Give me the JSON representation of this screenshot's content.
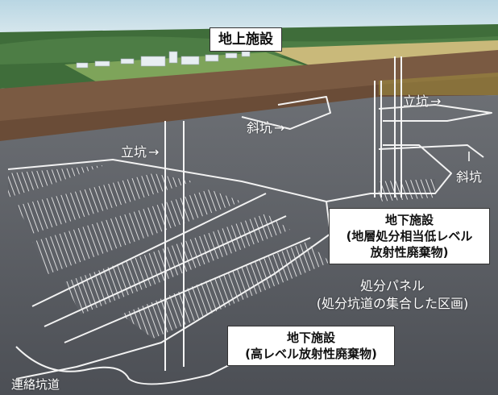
{
  "labels": {
    "surface_facility": "地上施設",
    "shaft_left": "立坑",
    "shaft_right": "立坑",
    "inclined_shaft_top": "斜坑",
    "inclined_shaft_right": "斜坑",
    "arrow": "→",
    "underground_low": {
      "line1": "地下施設",
      "line2": "(地層処分相当低レベル",
      "line3": "放射性廃棄物)"
    },
    "disposal_panel": {
      "line1": "処分パネル",
      "line2": "(処分坑道の集合した区画)"
    },
    "underground_high": {
      "line1": "地下施設",
      "line2": "(高レベル放射性廃棄物)"
    },
    "connecting_tunnel": "連絡坑道"
  },
  "colors": {
    "sky": "#cfe3ea",
    "forest": "#3f6d3a",
    "field": "#c9b97a",
    "soil": "#7a5a42",
    "rock": "#5b5e63",
    "tunnel": "#f2f2f2"
  }
}
